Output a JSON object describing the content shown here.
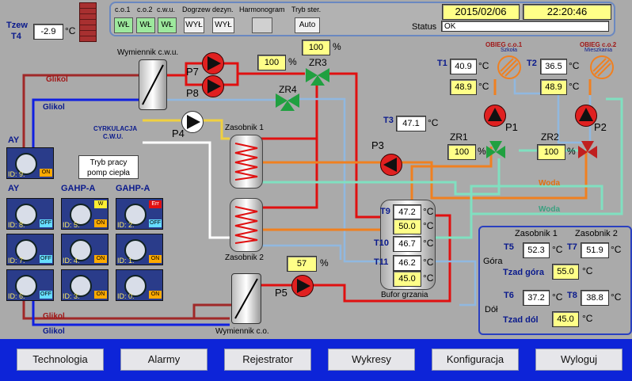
{
  "outside": {
    "label_line1": "Tzew",
    "label_line2": "T4",
    "value": "-2.9",
    "unit": "°C"
  },
  "top": {
    "labels": [
      "c.o.1",
      "c.o.2",
      "c.w.u.",
      "Dogrzew dezyn.",
      "Harmonogram",
      "Tryb ster."
    ],
    "buttons": [
      "WŁ",
      "WŁ",
      "WŁ",
      "WYŁ",
      "WYŁ",
      "",
      "Auto"
    ],
    "date": "2015/02/06",
    "time": "22:20:46",
    "status_label": "Status",
    "status_value": "OK"
  },
  "labels": {
    "wymiennik_cwu": "Wymiennik c.w.u.",
    "wymiennik_co": "Wymiennik c.o.",
    "glikol_top": "Glikol",
    "glikol_top2": "Glikol",
    "glikol_bottom": "Glikol",
    "glikol_bottom2": "Glikol",
    "cyrkulacja1": "CYRKULACJA",
    "cyrkulacja2": "C.W.U.",
    "zasobnik1": "Zasobnik 1",
    "zasobnik2": "Zasobnik 2",
    "bufor": "Bufor grzania",
    "woda1": "Woda",
    "woda2": "Woda",
    "obieg1_line1": "OBIEG c.o.1",
    "obieg1_line2": "Szkoła",
    "obieg2_line1": "OBIEG c.o.2",
    "obieg2_line2": "Mieszkania",
    "tryb_line1": "Tryb pracy",
    "tryb_line2": "pomp ciepła",
    "p1": "P1",
    "p2": "P2",
    "p3": "P3",
    "p4": "P4",
    "p5": "P5",
    "p7": "P7",
    "p8": "P8",
    "zr1": "ZR1",
    "zr2": "ZR2",
    "zr3": "ZR3",
    "zr4": "ZR4",
    "ay1": "AY",
    "ay2": "AY",
    "gahp1": "GAHP-A",
    "gahp2": "GAHP-A"
  },
  "sensors": {
    "t1_label": "T1",
    "t1a": "40.9",
    "t1b": "48.9",
    "t2_label": "T2",
    "t2a": "36.5",
    "t2b": "48.9",
    "t3_label": "T3",
    "t3": "47.1",
    "t9_label": "T9",
    "t9": "47.2",
    "t9b": "50.0",
    "t10_label": "T10",
    "t10": "46.7",
    "t11_label": "T11",
    "t11": "46.2",
    "t11b": "45.0",
    "unit": "°C"
  },
  "valves": {
    "zr3_pct": "100",
    "zr3_pct2": "100",
    "zr1_pct": "100",
    "zr2_pct": "100",
    "p5_pct": "57",
    "pct": "%"
  },
  "zasobnik_panel": {
    "col1": "Zasobnik 1",
    "col2": "Zasobnik 2",
    "gora": "Góra",
    "dol": "Dół",
    "t5_label": "T5",
    "t5": "52.3",
    "t7_label": "T7",
    "t7": "51.9",
    "tzad_gora_label": "Tzad góra",
    "tzad_gora": "55.0",
    "t6_label": "T6",
    "t6": "37.2",
    "t8_label": "T8",
    "t8": "38.8",
    "tzad_dol_label": "Tzad dól",
    "tzad_dol": "45.0"
  },
  "heatpumps": [
    {
      "id": "ID: 9.",
      "state": "ON",
      "extra": ""
    },
    {
      "id": "ID: 8.",
      "state": "OFF",
      "extra": ""
    },
    {
      "id": "ID: 5.",
      "state": "ON",
      "extra": "W"
    },
    {
      "id": "ID: 2.",
      "state": "OFF",
      "extra": "Err"
    },
    {
      "id": "ID: 7.",
      "state": "OFF",
      "extra": ""
    },
    {
      "id": "ID: 4.",
      "state": "ON",
      "extra": ""
    },
    {
      "id": "ID: 1.",
      "state": "ON",
      "extra": ""
    },
    {
      "id": "ID: 6.",
      "state": "OFF",
      "extra": ""
    },
    {
      "id": "ID: 3.",
      "state": "ON",
      "extra": ""
    },
    {
      "id": "ID: 0.",
      "state": "ON",
      "extra": ""
    }
  ],
  "nav": [
    "Technologia",
    "Alarmy",
    "Rejestrator",
    "Wykresy",
    "Konfiguracja",
    "Wyloguj"
  ],
  "colors": {
    "red": "#e01010",
    "blue": "#1020e0",
    "orange": "#f08020",
    "mint": "#80e0c0",
    "lightblue": "#90b8e0",
    "yellow": "#f0d040",
    "white": "#ffffff",
    "darkred": "#a02020"
  }
}
